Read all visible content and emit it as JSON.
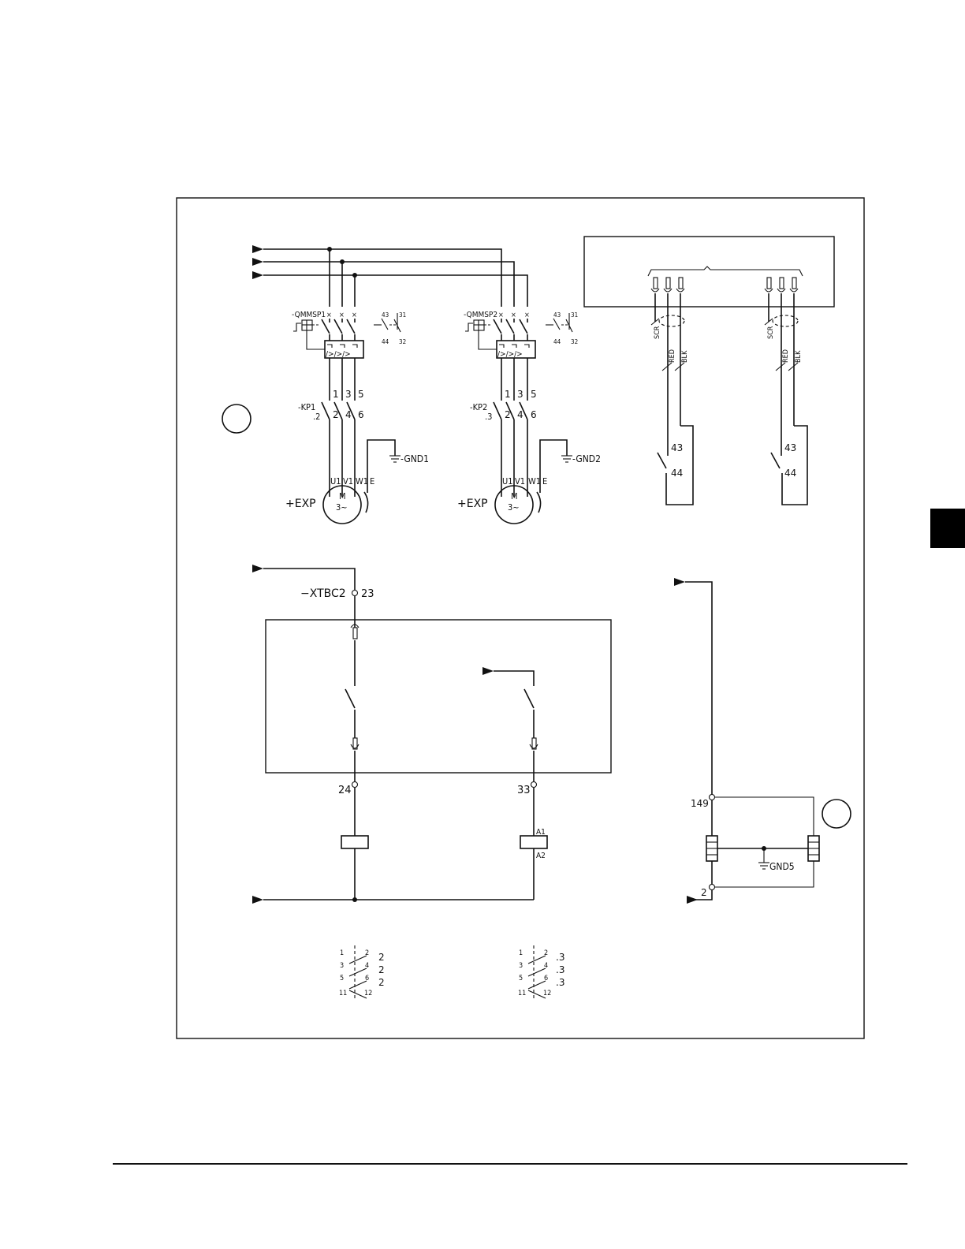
{
  "circuit_1": {
    "breaker": "-QMMSP1",
    "aux_top": [
      "43",
      "31"
    ],
    "aux_bottom": [
      "44",
      "32"
    ],
    "contactor": "-KP1",
    "contactor_ref": ".2",
    "input_terms": [
      "1",
      "3",
      "5"
    ],
    "output_terms": [
      "2",
      "4",
      "6"
    ],
    "ground": "-GND1",
    "motor_terms": [
      "U1",
      "V1",
      "W1",
      "E"
    ],
    "motor_loc": "+EXP",
    "motor_m": "M",
    "motor_phase": "3~"
  },
  "circuit_2": {
    "breaker": "-QMMSP2",
    "aux_top": [
      "43",
      "31"
    ],
    "aux_bottom": [
      "44",
      "32"
    ],
    "contactor": "-KP2",
    "contactor_ref": ".3",
    "input_terms": [
      "1",
      "3",
      "5"
    ],
    "output_terms": [
      "2",
      "4",
      "6"
    ],
    "ground": "-GND2",
    "motor_terms": [
      "U1",
      "V1",
      "W1",
      "E"
    ],
    "motor_loc": "+EXP",
    "motor_m": "M",
    "motor_phase": "3~"
  },
  "cable": {
    "left_wires": [
      "SCR",
      "RED",
      "BLK"
    ],
    "right_wires": [
      "SCR",
      "RED",
      "BLK"
    ],
    "left_contacts": [
      "43",
      "44"
    ],
    "right_contacts": [
      "43",
      "44"
    ]
  },
  "control": {
    "terminal_block": "−XTBC2",
    "term_23": "23",
    "term_24": "24",
    "term_33": "33",
    "coil_a1": "A1",
    "coil_a2": "A2"
  },
  "ground_circuit": {
    "term_149": "149",
    "term_2": "2",
    "ground": "GND5"
  },
  "contact_table_1": {
    "pairs": [
      [
        "1",
        "2"
      ],
      [
        "3",
        "4"
      ],
      [
        "5",
        "6"
      ],
      [
        "11",
        "12"
      ]
    ],
    "refs": [
      "2",
      "2",
      "2"
    ]
  },
  "contact_table_2": {
    "pairs": [
      [
        "1",
        "2"
      ],
      [
        "3",
        "4"
      ],
      [
        "5",
        "6"
      ],
      [
        "11",
        "12"
      ]
    ],
    "refs": [
      ".3",
      ".3",
      ".3"
    ]
  }
}
